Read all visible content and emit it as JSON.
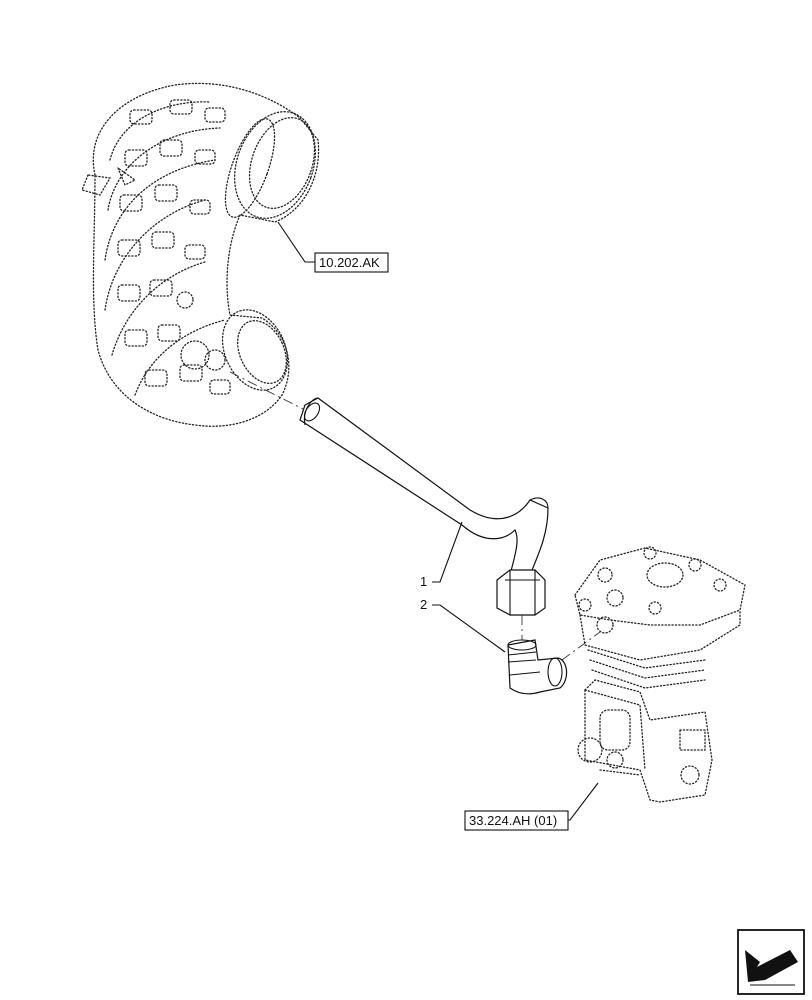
{
  "callouts": {
    "item1": "1",
    "item2": "2"
  },
  "references": {
    "hose_ref": "10.202.AK",
    "compressor_ref": "33.224.AH (01)"
  },
  "nav": {
    "icon": "arrow-back-icon"
  }
}
